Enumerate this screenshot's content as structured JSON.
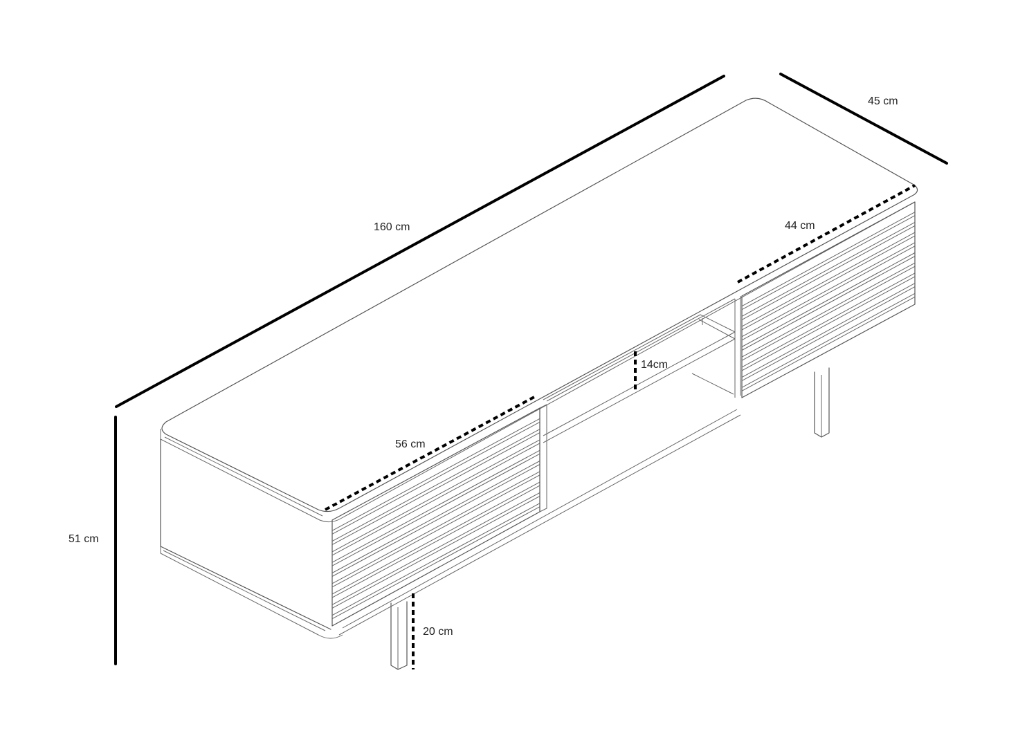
{
  "diagram": {
    "dimensions": {
      "length": "160 cm",
      "depth": "45 cm",
      "inner_depth": "44 cm",
      "door_width": "56 cm",
      "shelf_height": "14cm",
      "leg_height": "20 cm",
      "total_height": "51 cm"
    },
    "colors": {
      "line": "#555555",
      "dimension": "#000000",
      "background": "#ffffff"
    }
  }
}
